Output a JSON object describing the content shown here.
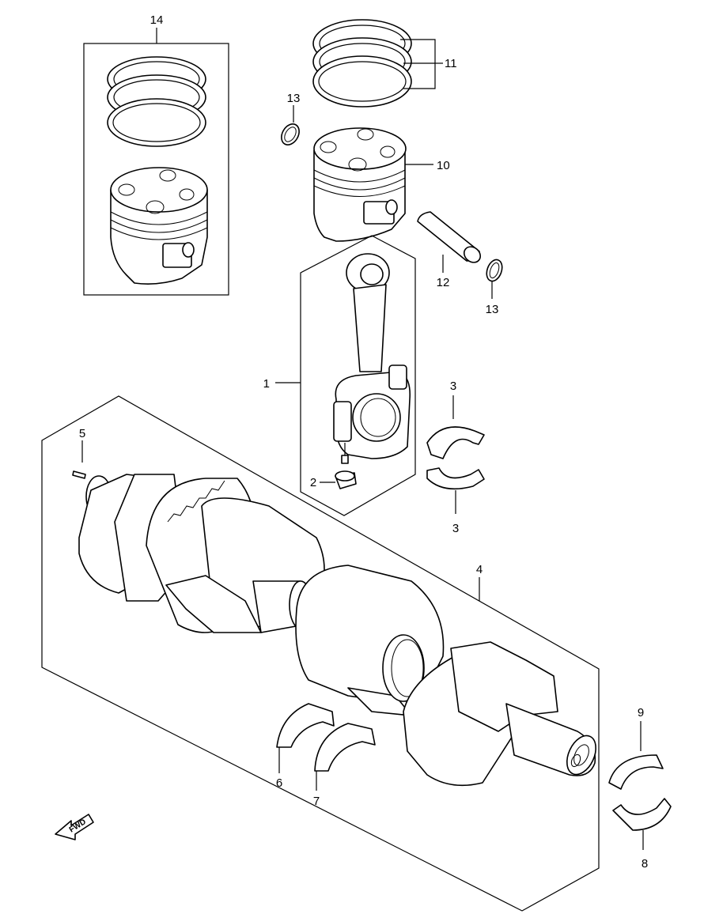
{
  "callouts": {
    "c1": "1",
    "c2": "2",
    "c3a": "3",
    "c3b": "3",
    "c4": "4",
    "c5": "5",
    "c6": "6",
    "c7": "7",
    "c8": "8",
    "c9": "9",
    "c10": "10",
    "c11": "11",
    "c12": "12",
    "c13a": "13",
    "c13b": "13",
    "c14": "14"
  },
  "fwd_label": "FWD"
}
